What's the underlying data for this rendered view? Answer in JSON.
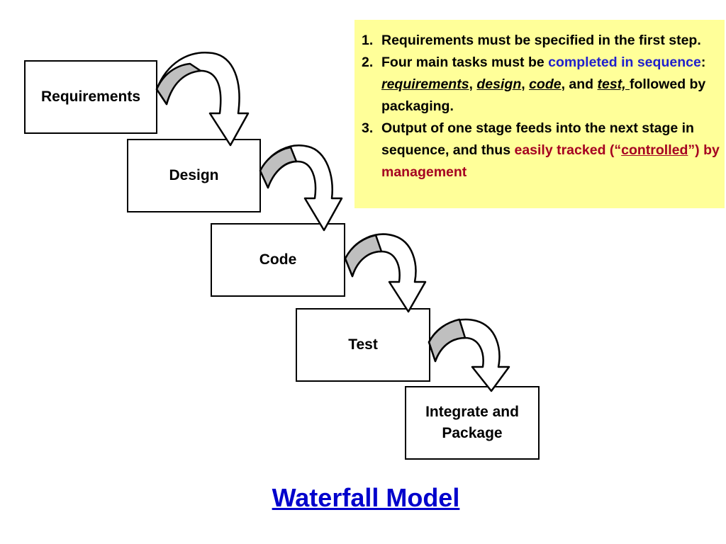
{
  "diagram": {
    "stages": [
      "Requirements",
      "Design",
      "Code",
      "Test",
      "Integrate and Package"
    ]
  },
  "notes": {
    "n1": {
      "num": "1.",
      "text": "Requirements must be specified in the first step."
    },
    "n2": {
      "num": "2.",
      "t1": "Four main tasks must be ",
      "t2": "completed in sequence",
      "t3": ": ",
      "t4": "requirements",
      "t5": ", ",
      "t6": "design",
      "t7": ", ",
      "t8": "code",
      "t9": ", and ",
      "t10": "test, ",
      "t11": "followed by packaging."
    },
    "n3": {
      "num": "3.",
      "t1": "Output of one stage feeds into the next stage in sequence, and thus ",
      "t2": "easily tracked (“",
      "t3": "controlled",
      "t4": "”) by management"
    }
  },
  "title": "Waterfall Model",
  "colors": {
    "note_background": "#ffff99",
    "emphasis_blue": "#1f1fcc",
    "emphasis_red": "#a50021",
    "title_blue": "#0000cc",
    "arrow_fill": "#bfbfbf"
  }
}
